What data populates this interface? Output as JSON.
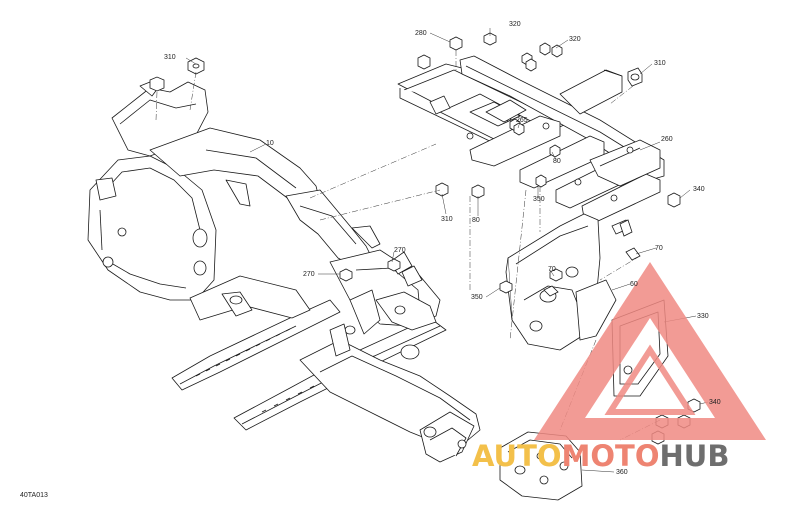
{
  "figure": {
    "id_label": "40TA013"
  },
  "callouts": [
    {
      "num": "310"
    },
    {
      "num": "10"
    },
    {
      "num": "280"
    },
    {
      "num": "320"
    },
    {
      "num": "320"
    },
    {
      "num": "310"
    },
    {
      "num": "265"
    },
    {
      "num": "260"
    },
    {
      "num": "80"
    },
    {
      "num": "340"
    },
    {
      "num": "310"
    },
    {
      "num": "80"
    },
    {
      "num": "350"
    },
    {
      "num": "270"
    },
    {
      "num": "270"
    },
    {
      "num": "70"
    },
    {
      "num": "70"
    },
    {
      "num": "60"
    },
    {
      "num": "350"
    },
    {
      "num": "330"
    },
    {
      "num": "340"
    },
    {
      "num": "360"
    }
  ],
  "watermark": {
    "part1": "AUTO",
    "part2": "MOTO",
    "part3": "HUB",
    "colors": {
      "auto": "#f3c04a",
      "moto": "#ee8472",
      "hub": "#6e6e6e",
      "triangle": "#f08a82"
    }
  }
}
